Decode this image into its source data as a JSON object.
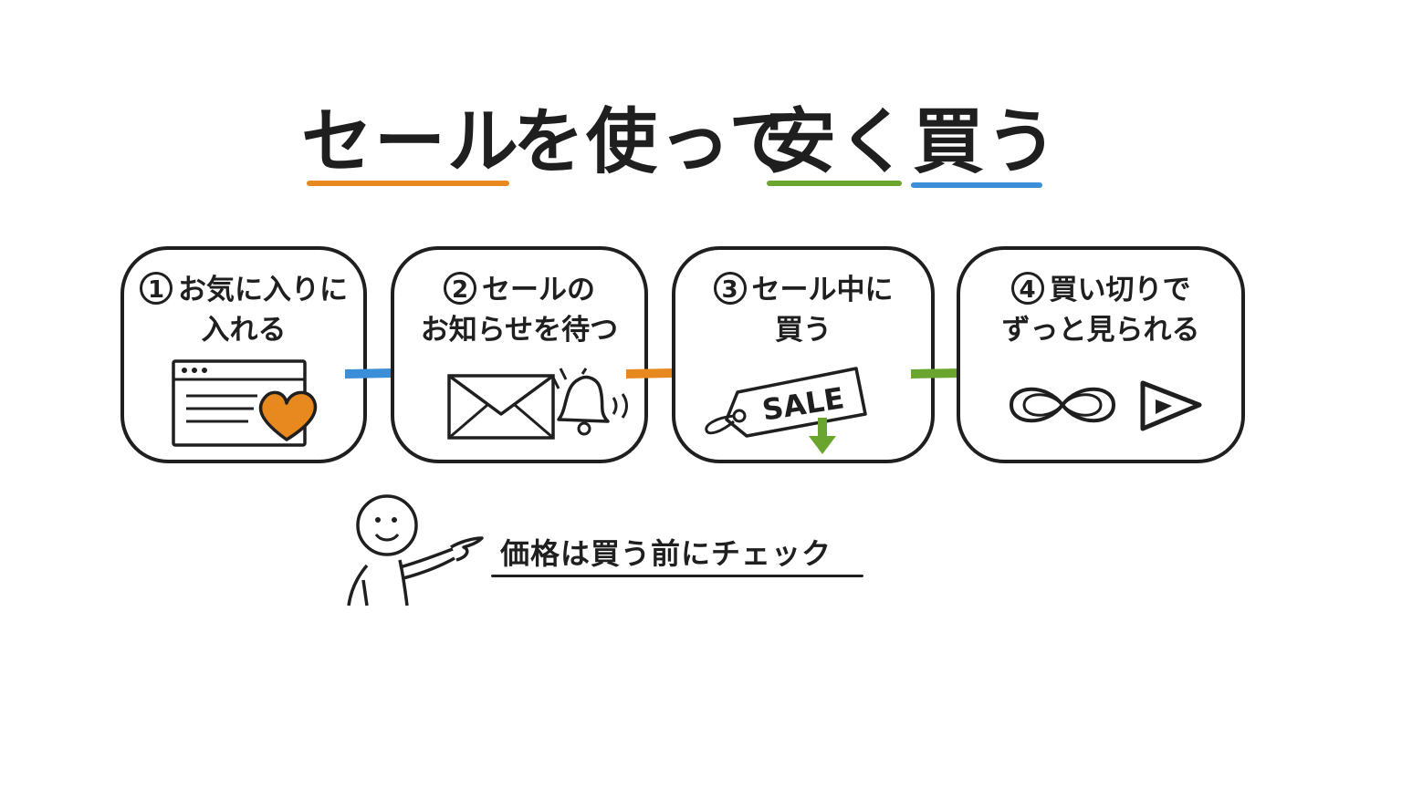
{
  "title": {
    "part1": "セール",
    "part2": "を使って",
    "part3": "安く",
    "part4": "買う"
  },
  "steps": [
    {
      "number": "1",
      "line1": "お気に入りに",
      "line2": "入れる",
      "icon": "heart-browser-icon"
    },
    {
      "number": "2",
      "line1": "セールの",
      "line2": "お知らせを待つ",
      "icon": "mail-bell-icon"
    },
    {
      "number": "3",
      "line1": "セール中に",
      "line2": "買う",
      "icon": "sale-tag-icon"
    },
    {
      "number": "4",
      "line1": "買い切りで",
      "line2": "ずっと見られる",
      "icon": "infinity-play-icon"
    }
  ],
  "sale_tag_text": "SALE",
  "note": "価格は買う前にチェック",
  "colors": {
    "orange": "#e8891f",
    "green": "#6aa62f",
    "blue": "#3b8ed8",
    "ink": "#1f1f1f"
  }
}
